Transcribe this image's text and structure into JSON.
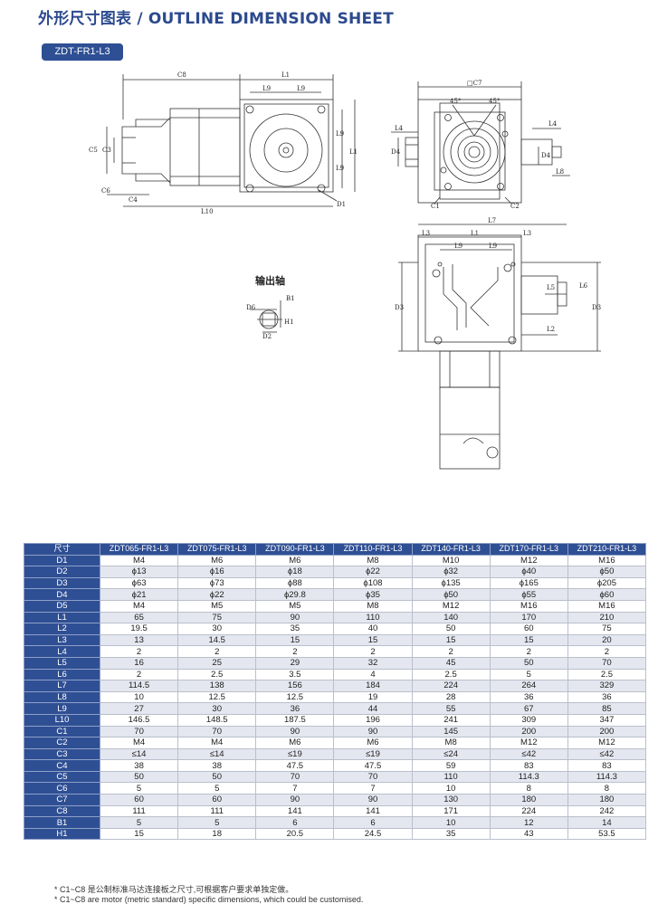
{
  "header": {
    "title": "外形尺寸图表 / OUTLINE DIMENSION SHEET",
    "model": "ZDT-FR1-L3"
  },
  "drawing": {
    "output_shaft_label": "输出轴",
    "dims": {
      "C8": "C8",
      "L1": "L1",
      "L9": "L9",
      "C3": "C3",
      "C5": "C5",
      "C6": "C6",
      "C4": "C4",
      "L10": "L10",
      "D1": "D1",
      "C7": "□C7",
      "deg45": "45°",
      "L4": "L4",
      "D4": "D4",
      "C1": "C1",
      "C2": "C2",
      "L8": "L8",
      "L7": "L7",
      "L3": "L3",
      "D3": "D3",
      "L5": "L5",
      "L6": "L6",
      "L2": "L2",
      "D6": "D6",
      "B1": "B1",
      "H1": "H1",
      "D2": "D2"
    }
  },
  "table": {
    "corner": "尺寸",
    "columns": [
      "ZDT065-FR1-L3",
      "ZDT075-FR1-L3",
      "ZDT090-FR1-L3",
      "ZDT110-FR1-L3",
      "ZDT140-FR1-L3",
      "ZDT170-FR1-L3",
      "ZDT210-FR1-L3"
    ],
    "rows": [
      {
        "label": "D1",
        "values": [
          "M4",
          "M6",
          "M6",
          "M8",
          "M10",
          "M12",
          "M16"
        ]
      },
      {
        "label": "D2",
        "values": [
          "ϕ13",
          "ϕ16",
          "ϕ18",
          "ϕ22",
          "ϕ32",
          "ϕ40",
          "ϕ50"
        ]
      },
      {
        "label": "D3",
        "values": [
          "ϕ63",
          "ϕ73",
          "ϕ88",
          "ϕ108",
          "ϕ135",
          "ϕ165",
          "ϕ205"
        ]
      },
      {
        "label": "D4",
        "values": [
          "ϕ21",
          "ϕ22",
          "ϕ29.8",
          "ϕ35",
          "ϕ50",
          "ϕ55",
          "ϕ60"
        ]
      },
      {
        "label": "D5",
        "values": [
          "M4",
          "M5",
          "M5",
          "M8",
          "M12",
          "M16",
          "M16"
        ]
      },
      {
        "label": "L1",
        "values": [
          "65",
          "75",
          "90",
          "110",
          "140",
          "170",
          "210"
        ]
      },
      {
        "label": "L2",
        "values": [
          "19.5",
          "30",
          "35",
          "40",
          "50",
          "60",
          "75"
        ]
      },
      {
        "label": "L3",
        "values": [
          "13",
          "14.5",
          "15",
          "15",
          "15",
          "15",
          "20"
        ]
      },
      {
        "label": "L4",
        "values": [
          "2",
          "2",
          "2",
          "2",
          "2",
          "2",
          "2"
        ]
      },
      {
        "label": "L5",
        "values": [
          "16",
          "25",
          "29",
          "32",
          "45",
          "50",
          "70"
        ]
      },
      {
        "label": "L6",
        "values": [
          "2",
          "2.5",
          "3.5",
          "4",
          "2.5",
          "5",
          "2.5"
        ]
      },
      {
        "label": "L7",
        "values": [
          "114.5",
          "138",
          "156",
          "184",
          "224",
          "264",
          "329"
        ]
      },
      {
        "label": "L8",
        "values": [
          "10",
          "12.5",
          "12.5",
          "19",
          "28",
          "36",
          "36"
        ]
      },
      {
        "label": "L9",
        "values": [
          "27",
          "30",
          "36",
          "44",
          "55",
          "67",
          "85"
        ]
      },
      {
        "label": "L10",
        "values": [
          "146.5",
          "148.5",
          "187.5",
          "196",
          "241",
          "309",
          "347"
        ]
      },
      {
        "label": "C1",
        "values": [
          "70",
          "70",
          "90",
          "90",
          "145",
          "200",
          "200"
        ]
      },
      {
        "label": "C2",
        "values": [
          "M4",
          "M4",
          "M6",
          "M6",
          "M8",
          "M12",
          "M12"
        ]
      },
      {
        "label": "C3",
        "values": [
          "≤14",
          "≤14",
          "≤19",
          "≤19",
          "≤24",
          "≤42",
          "≤42"
        ]
      },
      {
        "label": "C4",
        "values": [
          "38",
          "38",
          "47.5",
          "47.5",
          "59",
          "83",
          "83"
        ]
      },
      {
        "label": "C5",
        "values": [
          "50",
          "50",
          "70",
          "70",
          "110",
          "114.3",
          "114.3"
        ]
      },
      {
        "label": "C6",
        "values": [
          "5",
          "5",
          "7",
          "7",
          "10",
          "8",
          "8"
        ]
      },
      {
        "label": "C7",
        "values": [
          "60",
          "60",
          "90",
          "90",
          "130",
          "180",
          "180"
        ]
      },
      {
        "label": "C8",
        "values": [
          "111",
          "111",
          "141",
          "141",
          "171",
          "224",
          "242"
        ]
      },
      {
        "label": "B1",
        "values": [
          "5",
          "5",
          "6",
          "6",
          "10",
          "12",
          "14"
        ]
      },
      {
        "label": "H1",
        "values": [
          "15",
          "18",
          "20.5",
          "24.5",
          "35",
          "43",
          "53.5"
        ]
      }
    ]
  },
  "notes": {
    "line1": "* C1~C8 是公制标准马达连接板之尺寸,可根据客户要求单独定做。",
    "line2": "* C1~C8 are motor (metric standard) specific dimensions, which could be customised."
  }
}
